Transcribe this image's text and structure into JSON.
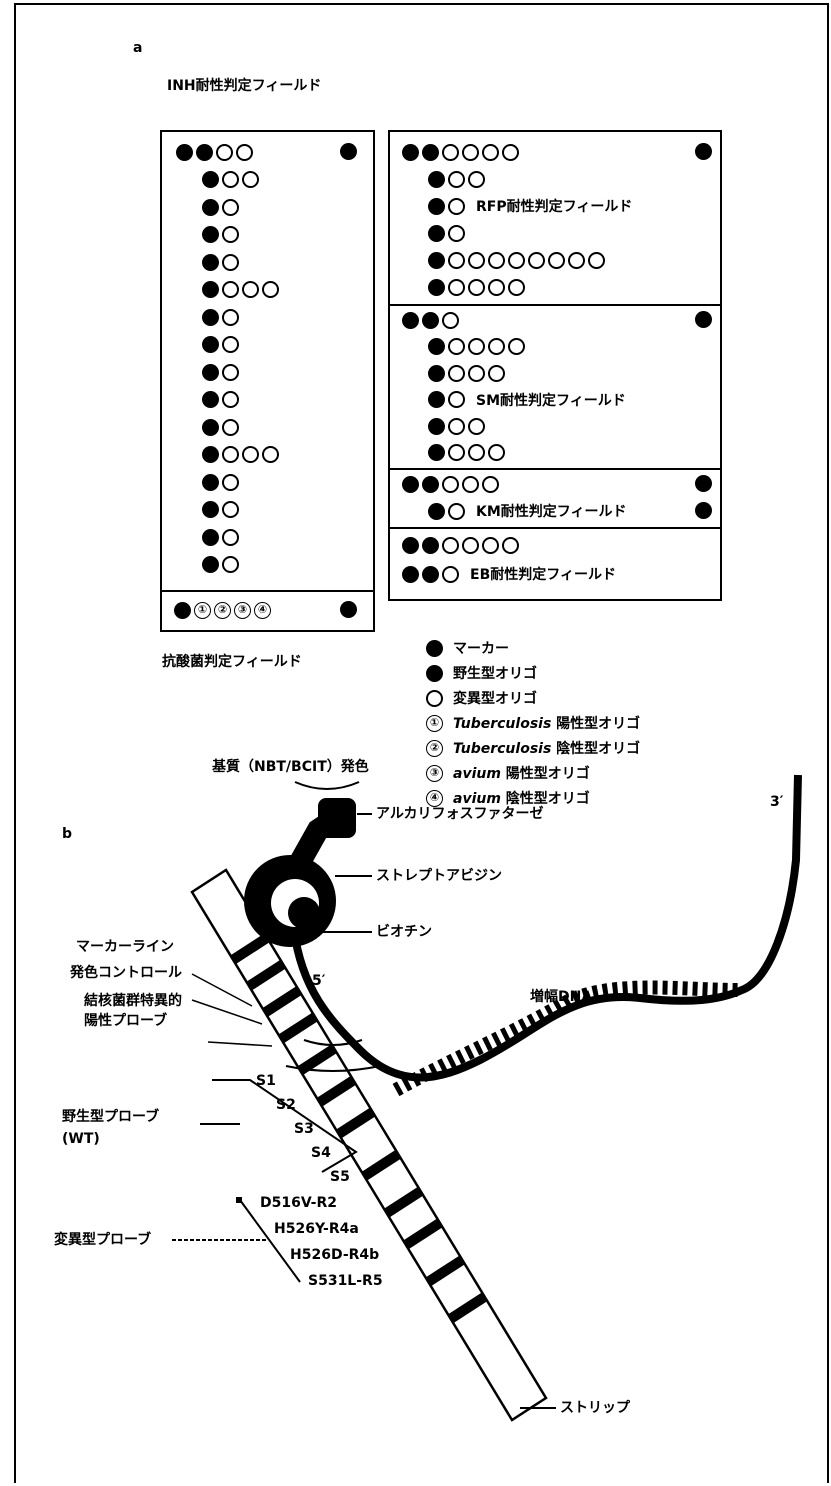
{
  "panel_a": {
    "letter": "a",
    "inh_label": "INH耐性判定フィールド",
    "afb_label": "抗酸菌判定フィールド",
    "rfp_label": "RFP耐性判定フィールド",
    "sm_label": "SM耐性判定フィールド",
    "km_label": "KM耐性判定フィールド",
    "eb_label": "EB耐性判定フィールド",
    "afb_numbers": [
      "①",
      "②",
      "③",
      "④"
    ],
    "legend": [
      {
        "symbol": "●",
        "text": "マーカー",
        "italic": ""
      },
      {
        "symbol": "●",
        "text": "野生型オリゴ",
        "italic": ""
      },
      {
        "symbol": "○",
        "text": "変異型オリゴ",
        "italic": ""
      },
      {
        "symbol": "①",
        "italic": "Tuberculosis",
        "text": " 陽性型オリゴ"
      },
      {
        "symbol": "②",
        "italic": "Tuberculosis",
        "text": " 陰性型オリゴ"
      },
      {
        "symbol": "③",
        "italic": "avium",
        "text": " 陽性型オリゴ"
      },
      {
        "symbol": "④",
        "italic": "avium",
        "text": " 陰性型オリゴ"
      }
    ]
  },
  "panel_b": {
    "letter": "b",
    "substrate": "基質（NBT/BCIT）発色",
    "alp": "アルカリフォスファターゼ",
    "streptavidin": "ストレプトアビジン",
    "biotin": "ビオチン",
    "three_prime": "3′",
    "five_prime": "5′",
    "amplified_dna": "増幅DNA",
    "marker_line": "マーカーライン",
    "color_control": "発色コントロール",
    "tb_probe_1": "結核菌群特異的",
    "tb_probe_2": "陽性プローブ",
    "wt_probe_1": "野生型プローブ",
    "wt_probe_2": "(WT)",
    "wt_probes": [
      "S1",
      "S2",
      "S3",
      "S4",
      "S5"
    ],
    "mut_probe_label": "変異型プローブ",
    "mut_probes": [
      "D516V-R2",
      "H526Y-R4a",
      "H526D-R4b",
      "S531L-R5"
    ],
    "strip": "ストリップ"
  }
}
